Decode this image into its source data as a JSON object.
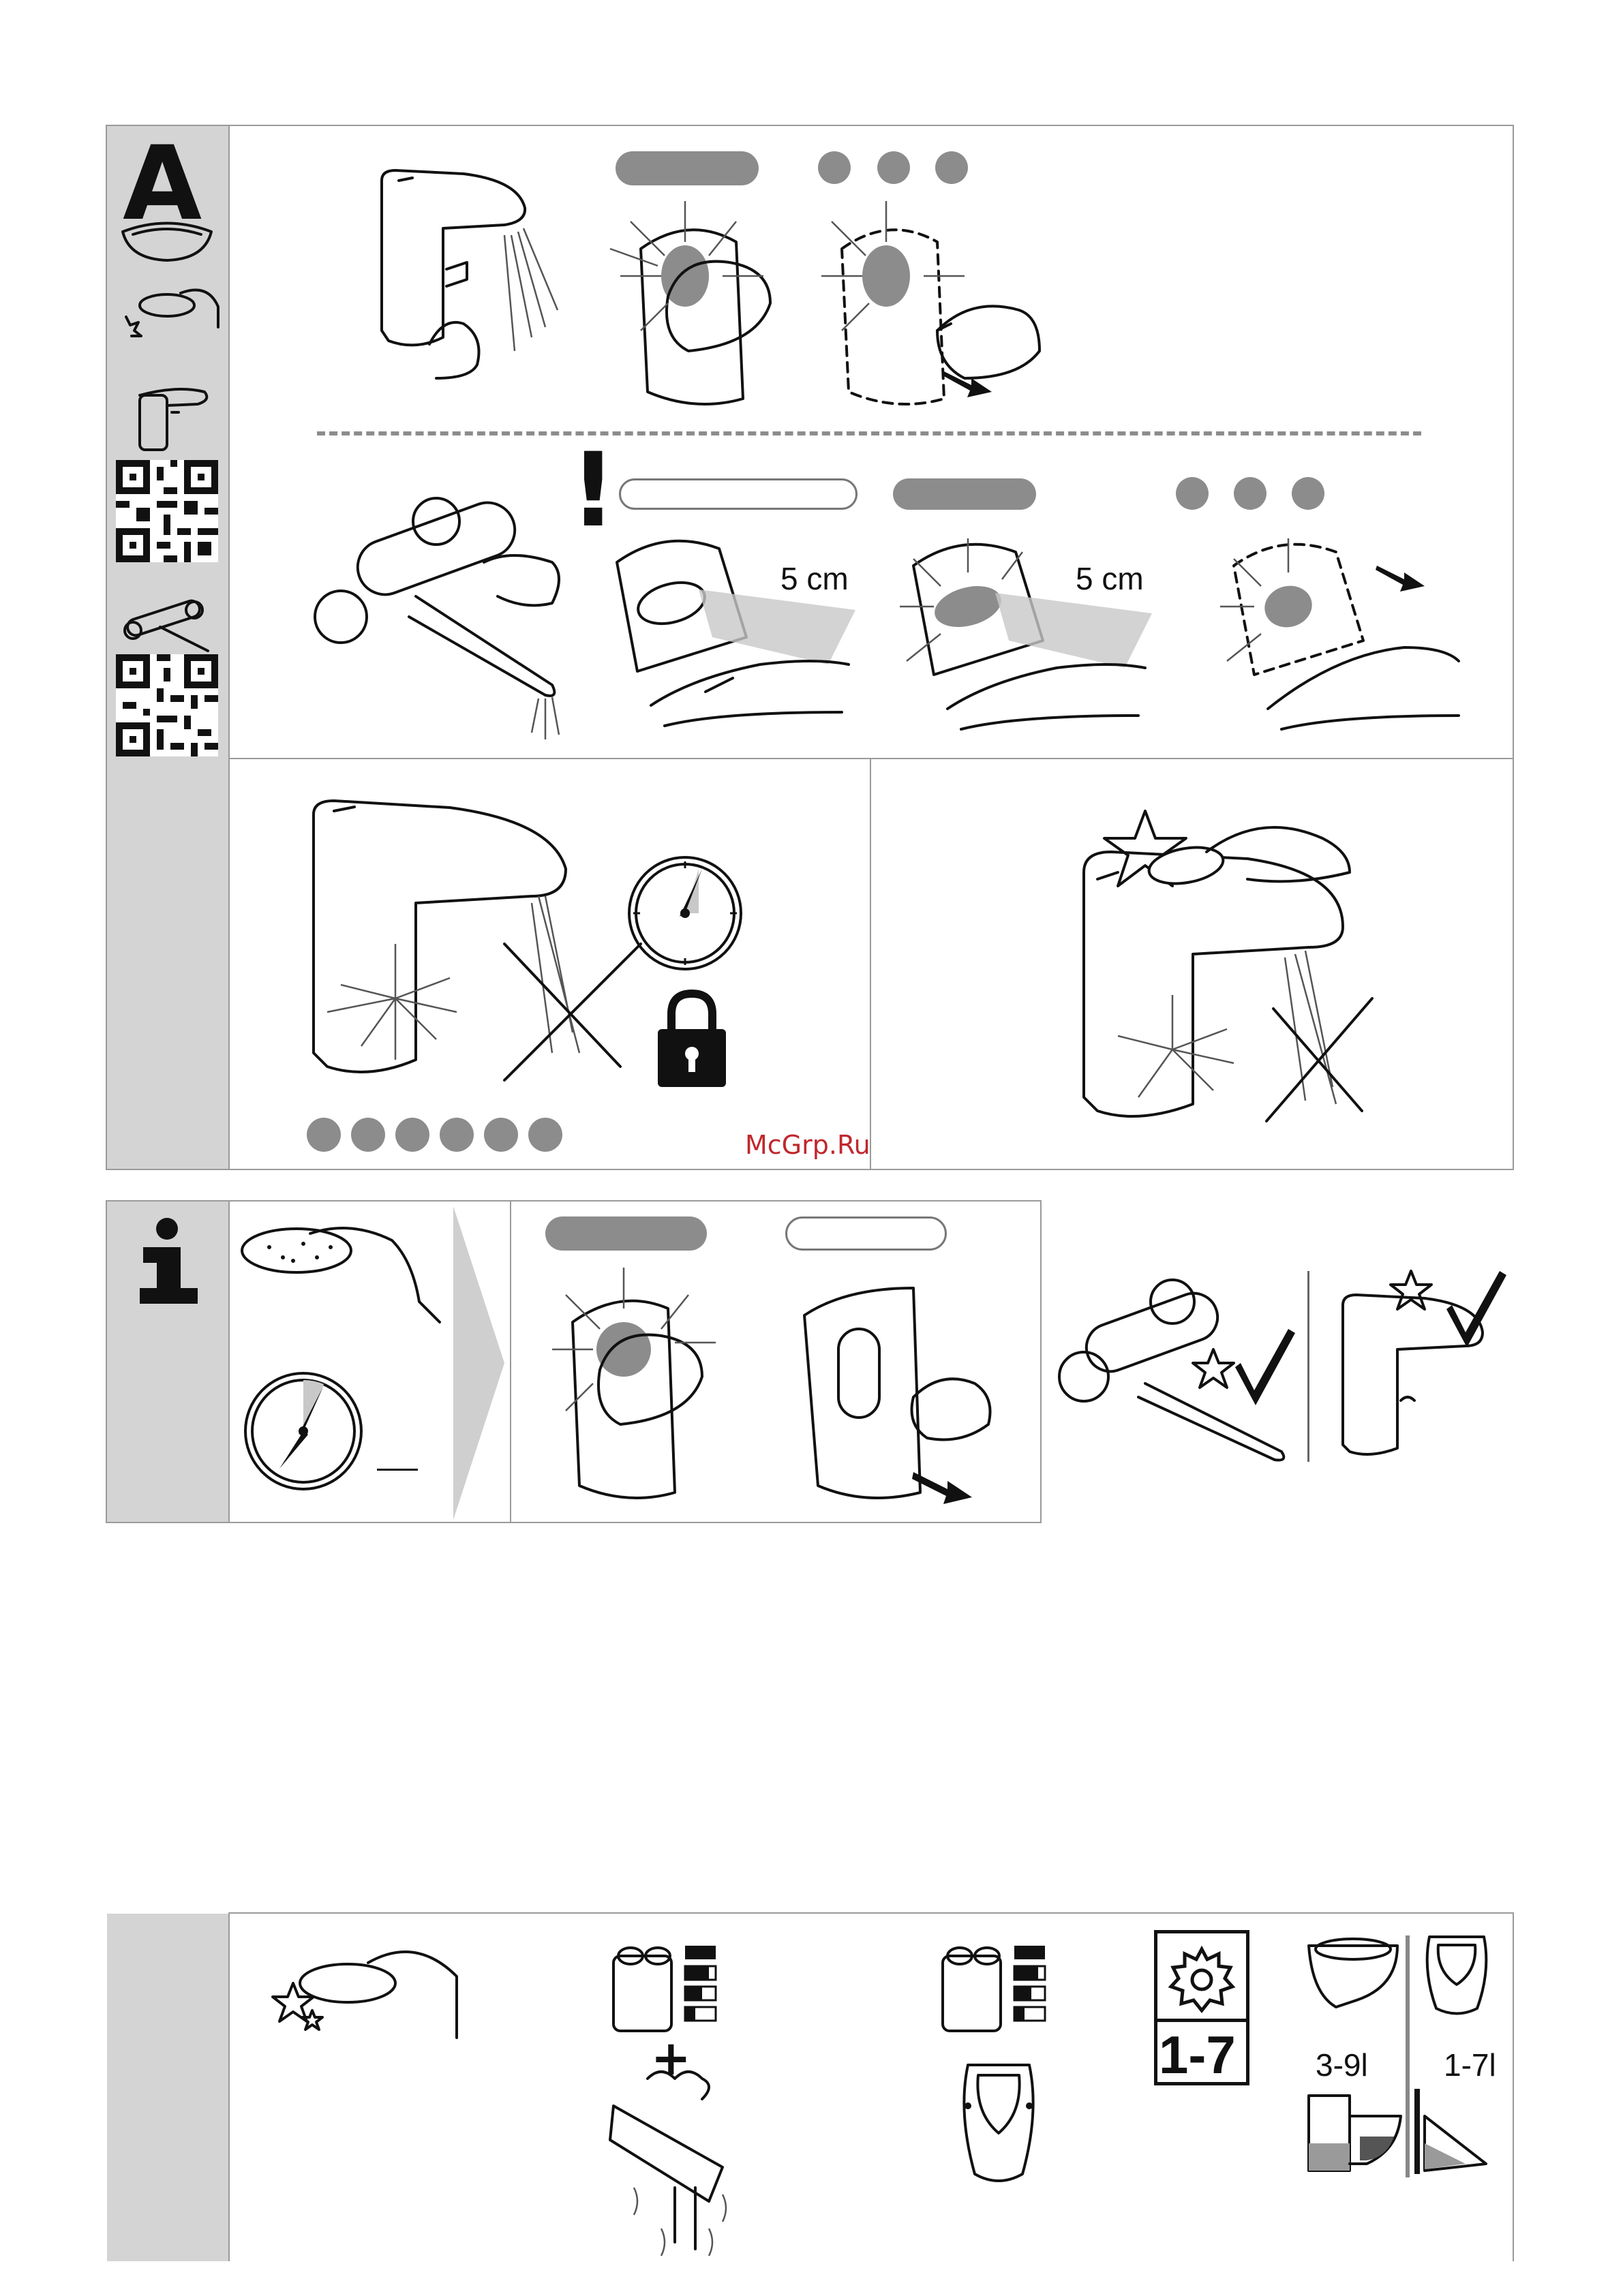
{
  "sections": {
    "a": {
      "letter": "A"
    },
    "info": {
      "letter": "i"
    }
  },
  "labels": {
    "distance_1": "5 cm",
    "distance_2": "5 cm",
    "warning": "!",
    "interval": "1-7",
    "wc_volume": "3-9l",
    "urinal_volume": "1-7l"
  },
  "watermark": "McGrp.Ru",
  "colors": {
    "sidebar": "#d4d4d4",
    "indicator_active": "#8c8c8c",
    "watermark": "#c0272d"
  },
  "icons": [
    "faucet-icon",
    "qr-code-icon",
    "bath-mixer-icon",
    "stopwatch-icon",
    "lock-icon",
    "battery-icon",
    "sponge-icon",
    "check-icon",
    "gear-icon",
    "urinal-icon",
    "wc-icon",
    "arrow-icon"
  ]
}
